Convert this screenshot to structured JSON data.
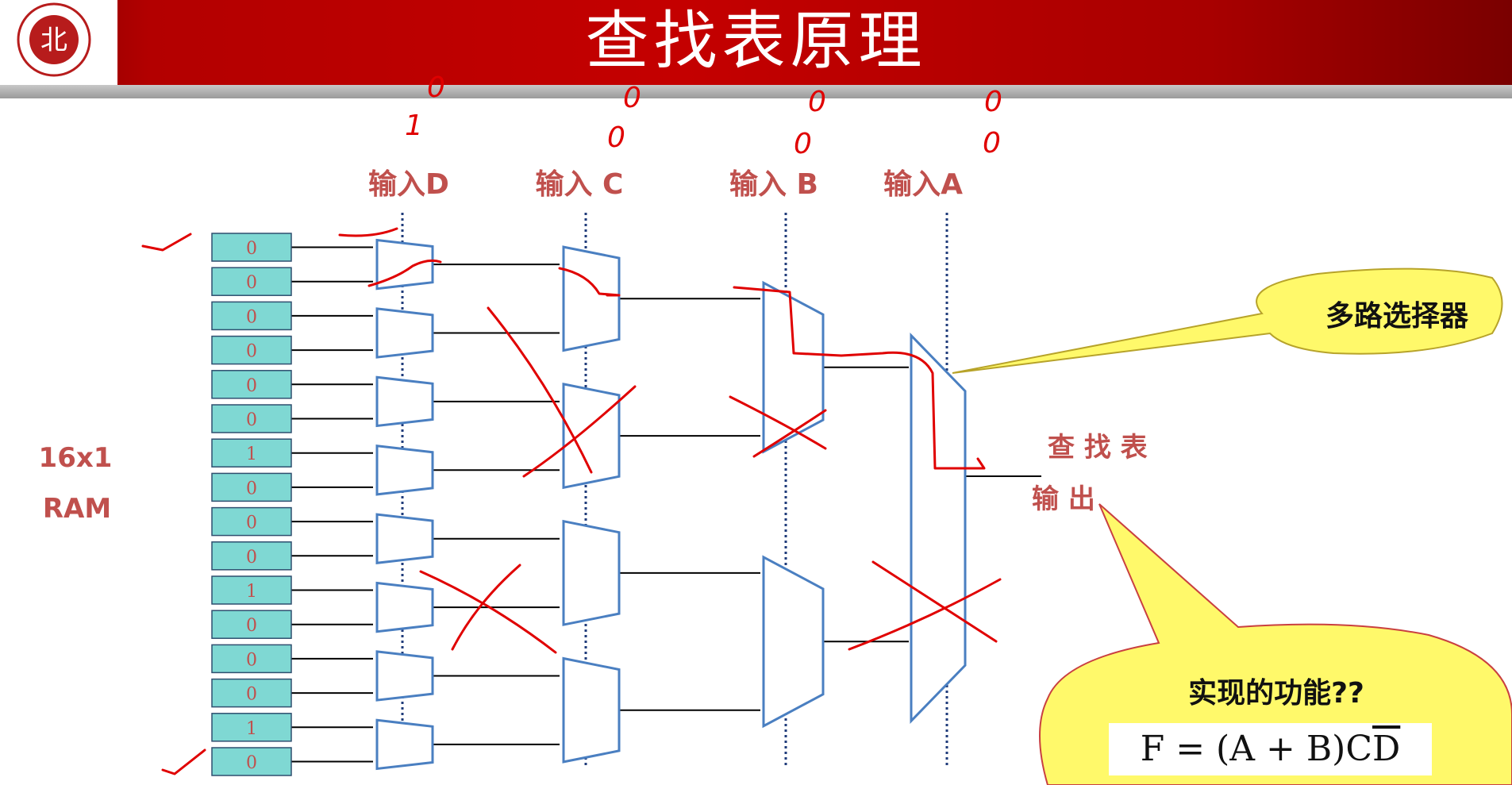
{
  "header": {
    "title": "查找表原理",
    "logo_text": "北"
  },
  "diagram": {
    "ram_label_line1": "16x1",
    "ram_label_line2": "RAM",
    "ram_bits": [
      "0",
      "0",
      "0",
      "0",
      "0",
      "0",
      "1",
      "0",
      "0",
      "0",
      "1",
      "0",
      "0",
      "0",
      "1",
      "0"
    ],
    "inputs": [
      {
        "label": "输入D"
      },
      {
        "label": "输入 C"
      },
      {
        "label": "输入 B"
      },
      {
        "label": "输入A"
      }
    ],
    "handwritten_marks": [
      "0",
      "1",
      "0",
      "0",
      "0",
      "0",
      "0",
      "0"
    ],
    "callout_mux": "多路选择器",
    "output_label_line1": "查 找 表",
    "output_label_line2": "输      出",
    "callout_question": "实现的功能??",
    "formula": {
      "prefix": "F = (A + B)C",
      "overlined": "D"
    }
  },
  "colors": {
    "header_red": "#c40000",
    "mux_stroke": "#4a7fc1",
    "ram_cell_fill": "#7fd8d3",
    "label_red": "#c0504d",
    "annotation_red": "#e00000",
    "callout_yellow": "#fff96a"
  }
}
